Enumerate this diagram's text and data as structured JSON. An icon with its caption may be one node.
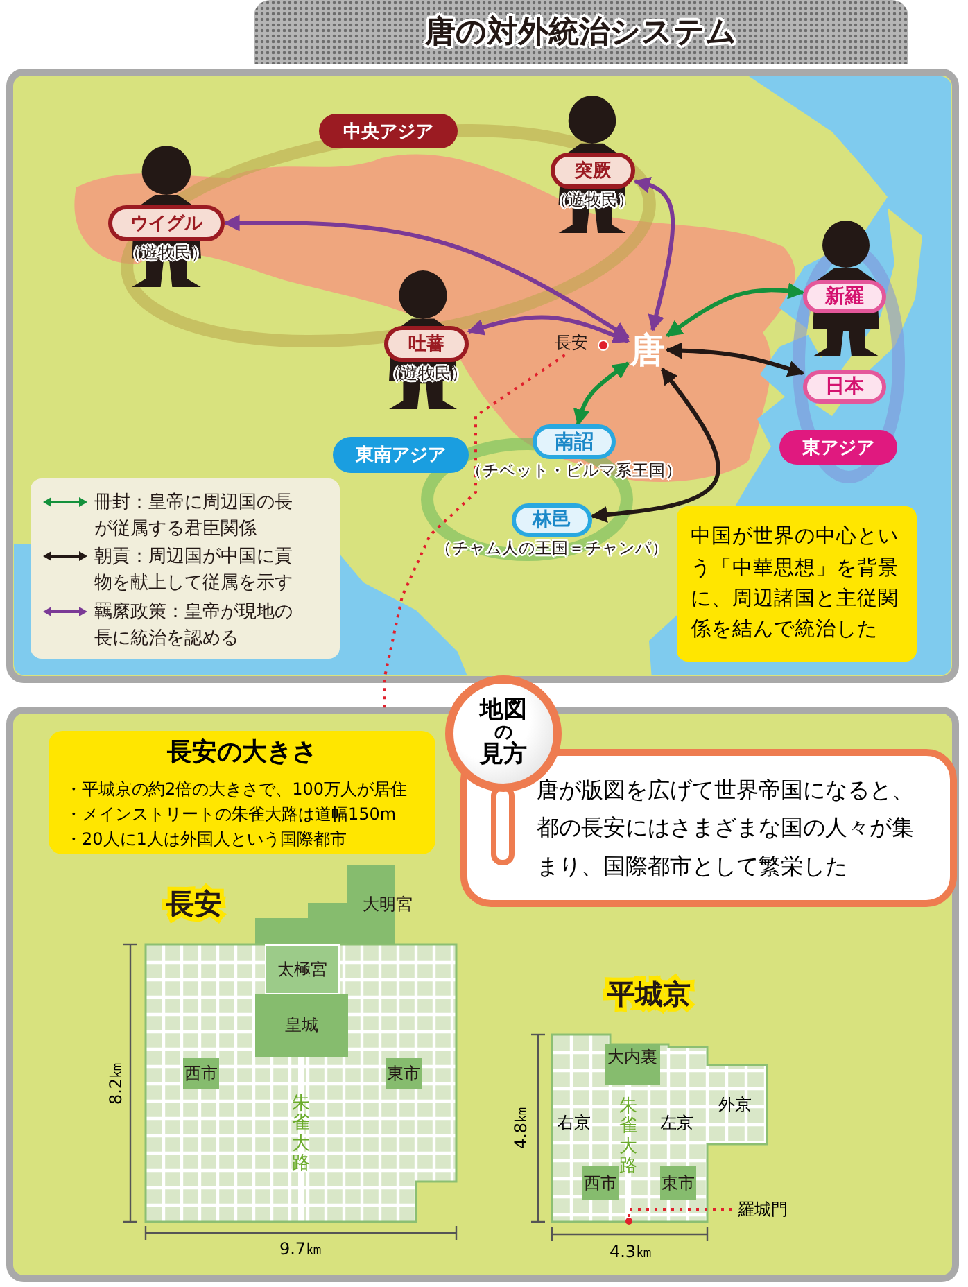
{
  "diagram": {
    "title": "唐の対外統治システム",
    "nodes": [
      {
        "text": [
          "中央アジア"
        ]
      },
      {
        "text": [
          "ウイグル"
        ],
        "beside": [
          "（遊牧民）"
        ]
      },
      {
        "text": [
          "突厥"
        ],
        "beside": [
          "（遊牧民）"
        ]
      },
      {
        "text": [
          "吐蕃"
        ],
        "beside": [
          "（遊牧民）"
        ]
      },
      {
        "text": [
          "長安"
        ]
      },
      {
        "text": [
          "唐"
        ]
      },
      {
        "text": [
          "新羅"
        ]
      },
      {
        "text": [
          "日本"
        ]
      },
      {
        "text": [
          "東南アジア"
        ]
      },
      {
        "text": [
          "南詔"
        ],
        "beside": [
          "（チベット・ビルマ系王国）"
        ]
      },
      {
        "text": [
          "東アジア"
        ]
      },
      {
        "text": [
          "林邑"
        ],
        "beside": [
          "（チャム人の王国＝チャンパ）"
        ]
      },
      {
        "text": [
          "中国が世界の中心という「中華思想」を背景に、周辺諸国と主従関係を結んで統治した"
        ]
      },
      {
        "text": [
          "長安の大きさ",
          "・平城京の約2倍の大きさで、100万人が居住",
          "・メインストリートの朱雀大路は道幅150m",
          "・20人に1人は外国人という国際都市"
        ]
      },
      {
        "text": [
          "地図",
          "の",
          "見方"
        ]
      },
      {
        "text": [
          "唐が版図を広げて世界帝国になると、都の長安にはさまざまな国の人々が集まり、国際都市として繁栄した"
        ]
      },
      {
        "text": [
          "大明宮"
        ]
      },
      {
        "text": [
          "太極宮"
        ]
      },
      {
        "text": [
          "皇城"
        ]
      },
      {
        "text": [
          "西市"
        ]
      },
      {
        "text": [
          "東市"
        ]
      },
      {
        "text": [
          "大内裏"
        ]
      },
      {
        "text": [
          "西市"
        ]
      },
      {
        "text": [
          "東市"
        ]
      },
      {
        "text": [
          "羅城門"
        ]
      },
      {
        "text": [],
        "shape": "circle"
      }
    ],
    "edges": [
      {
        "from": 5,
        "to": 6,
        "arrow": "both",
        "color": "#14913c"
      },
      {
        "from": 5,
        "to": 9,
        "arrow": "both",
        "color": "#14913c"
      },
      {
        "from": 5,
        "to": 7,
        "arrow": "both",
        "color": "#231815"
      },
      {
        "from": 5,
        "to": 11,
        "arrow": "both",
        "color": "#231815"
      },
      {
        "from": 5,
        "to": 2,
        "arrow": "both",
        "color": "#7b3a96"
      },
      {
        "from": 5,
        "to": 1,
        "arrow": "both",
        "color": "#7b3a96"
      },
      {
        "from": 5,
        "to": 3,
        "arrow": "both",
        "color": "#7b3a96"
      },
      {
        "from": 4,
        "to": null,
        "arrow": "none",
        "style": "dashed",
        "color": "#e0202c"
      },
      {
        "from": 24,
        "to": 25,
        "arrow": "none",
        "style": "dashed",
        "color": "#e0202c"
      }
    ],
    "labels": [
      "長安",
      "朱雀大路",
      "8.2㎞",
      "9.7㎞",
      "平城京",
      "右京",
      "左京",
      "外京",
      "朱雀大路",
      "4.8㎞",
      "4.3㎞"
    ],
    "legend": [
      {
        "text": "冊封：皇帝に周辺国の長が従属する君臣関係"
      },
      {
        "text": "朝貢：周辺国が中国に貢物を献上して従属を示す"
      },
      {
        "text": "羈縻政策：皇帝が現地の長に統治を認める"
      }
    ]
  }
}
